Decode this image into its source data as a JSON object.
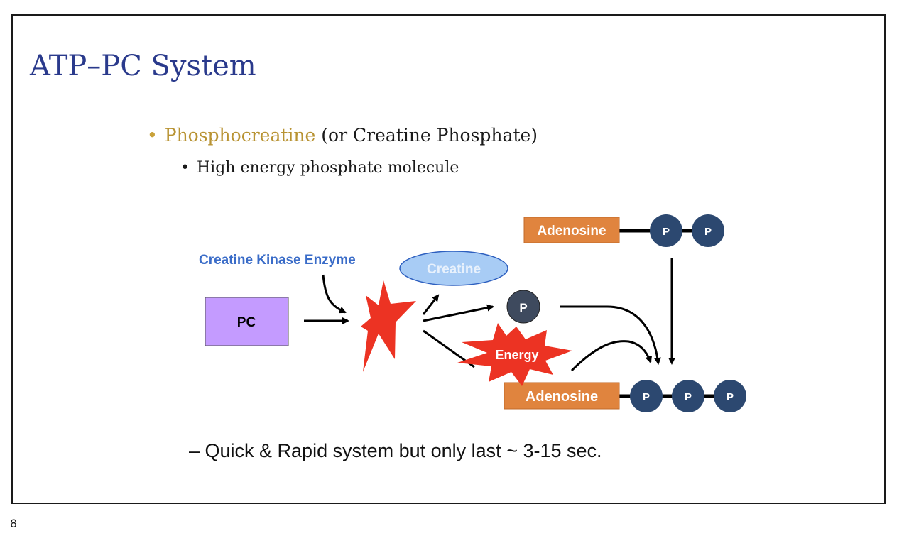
{
  "slide": {
    "title": "ATP–PC System",
    "bullet_main_highlight": "Phosphocreatine",
    "bullet_main_rest": " (or Creatine Phosphate)",
    "bullet_sub": "High energy phosphate molecule",
    "footnote": "– Quick & Rapid system but only last ~ 3-15 sec.",
    "page_number": "8"
  },
  "diagram": {
    "pc_label": "PC",
    "enzyme_label": "Creatine Kinase Enzyme",
    "creatine_label": "Creatine",
    "phosphate_label": "P",
    "energy_label": "Energy",
    "adp": {
      "base": "Adenosine",
      "phosphates": [
        "P",
        "P"
      ]
    },
    "atp": {
      "base": "Adenosine",
      "phosphates": [
        "P",
        "P",
        "P"
      ]
    }
  },
  "colors": {
    "title": "#2a3a8c",
    "accent": "#b89333",
    "enzyme_text": "#3a6cc8",
    "pc_box": "#c49bff",
    "creatine_oval": "#a8ccf5",
    "adenosine_box": "#e0843e",
    "phosphate_circle": "#2c4870",
    "free_phosphate": "#3e4a5e",
    "burst": "#ec3323"
  }
}
